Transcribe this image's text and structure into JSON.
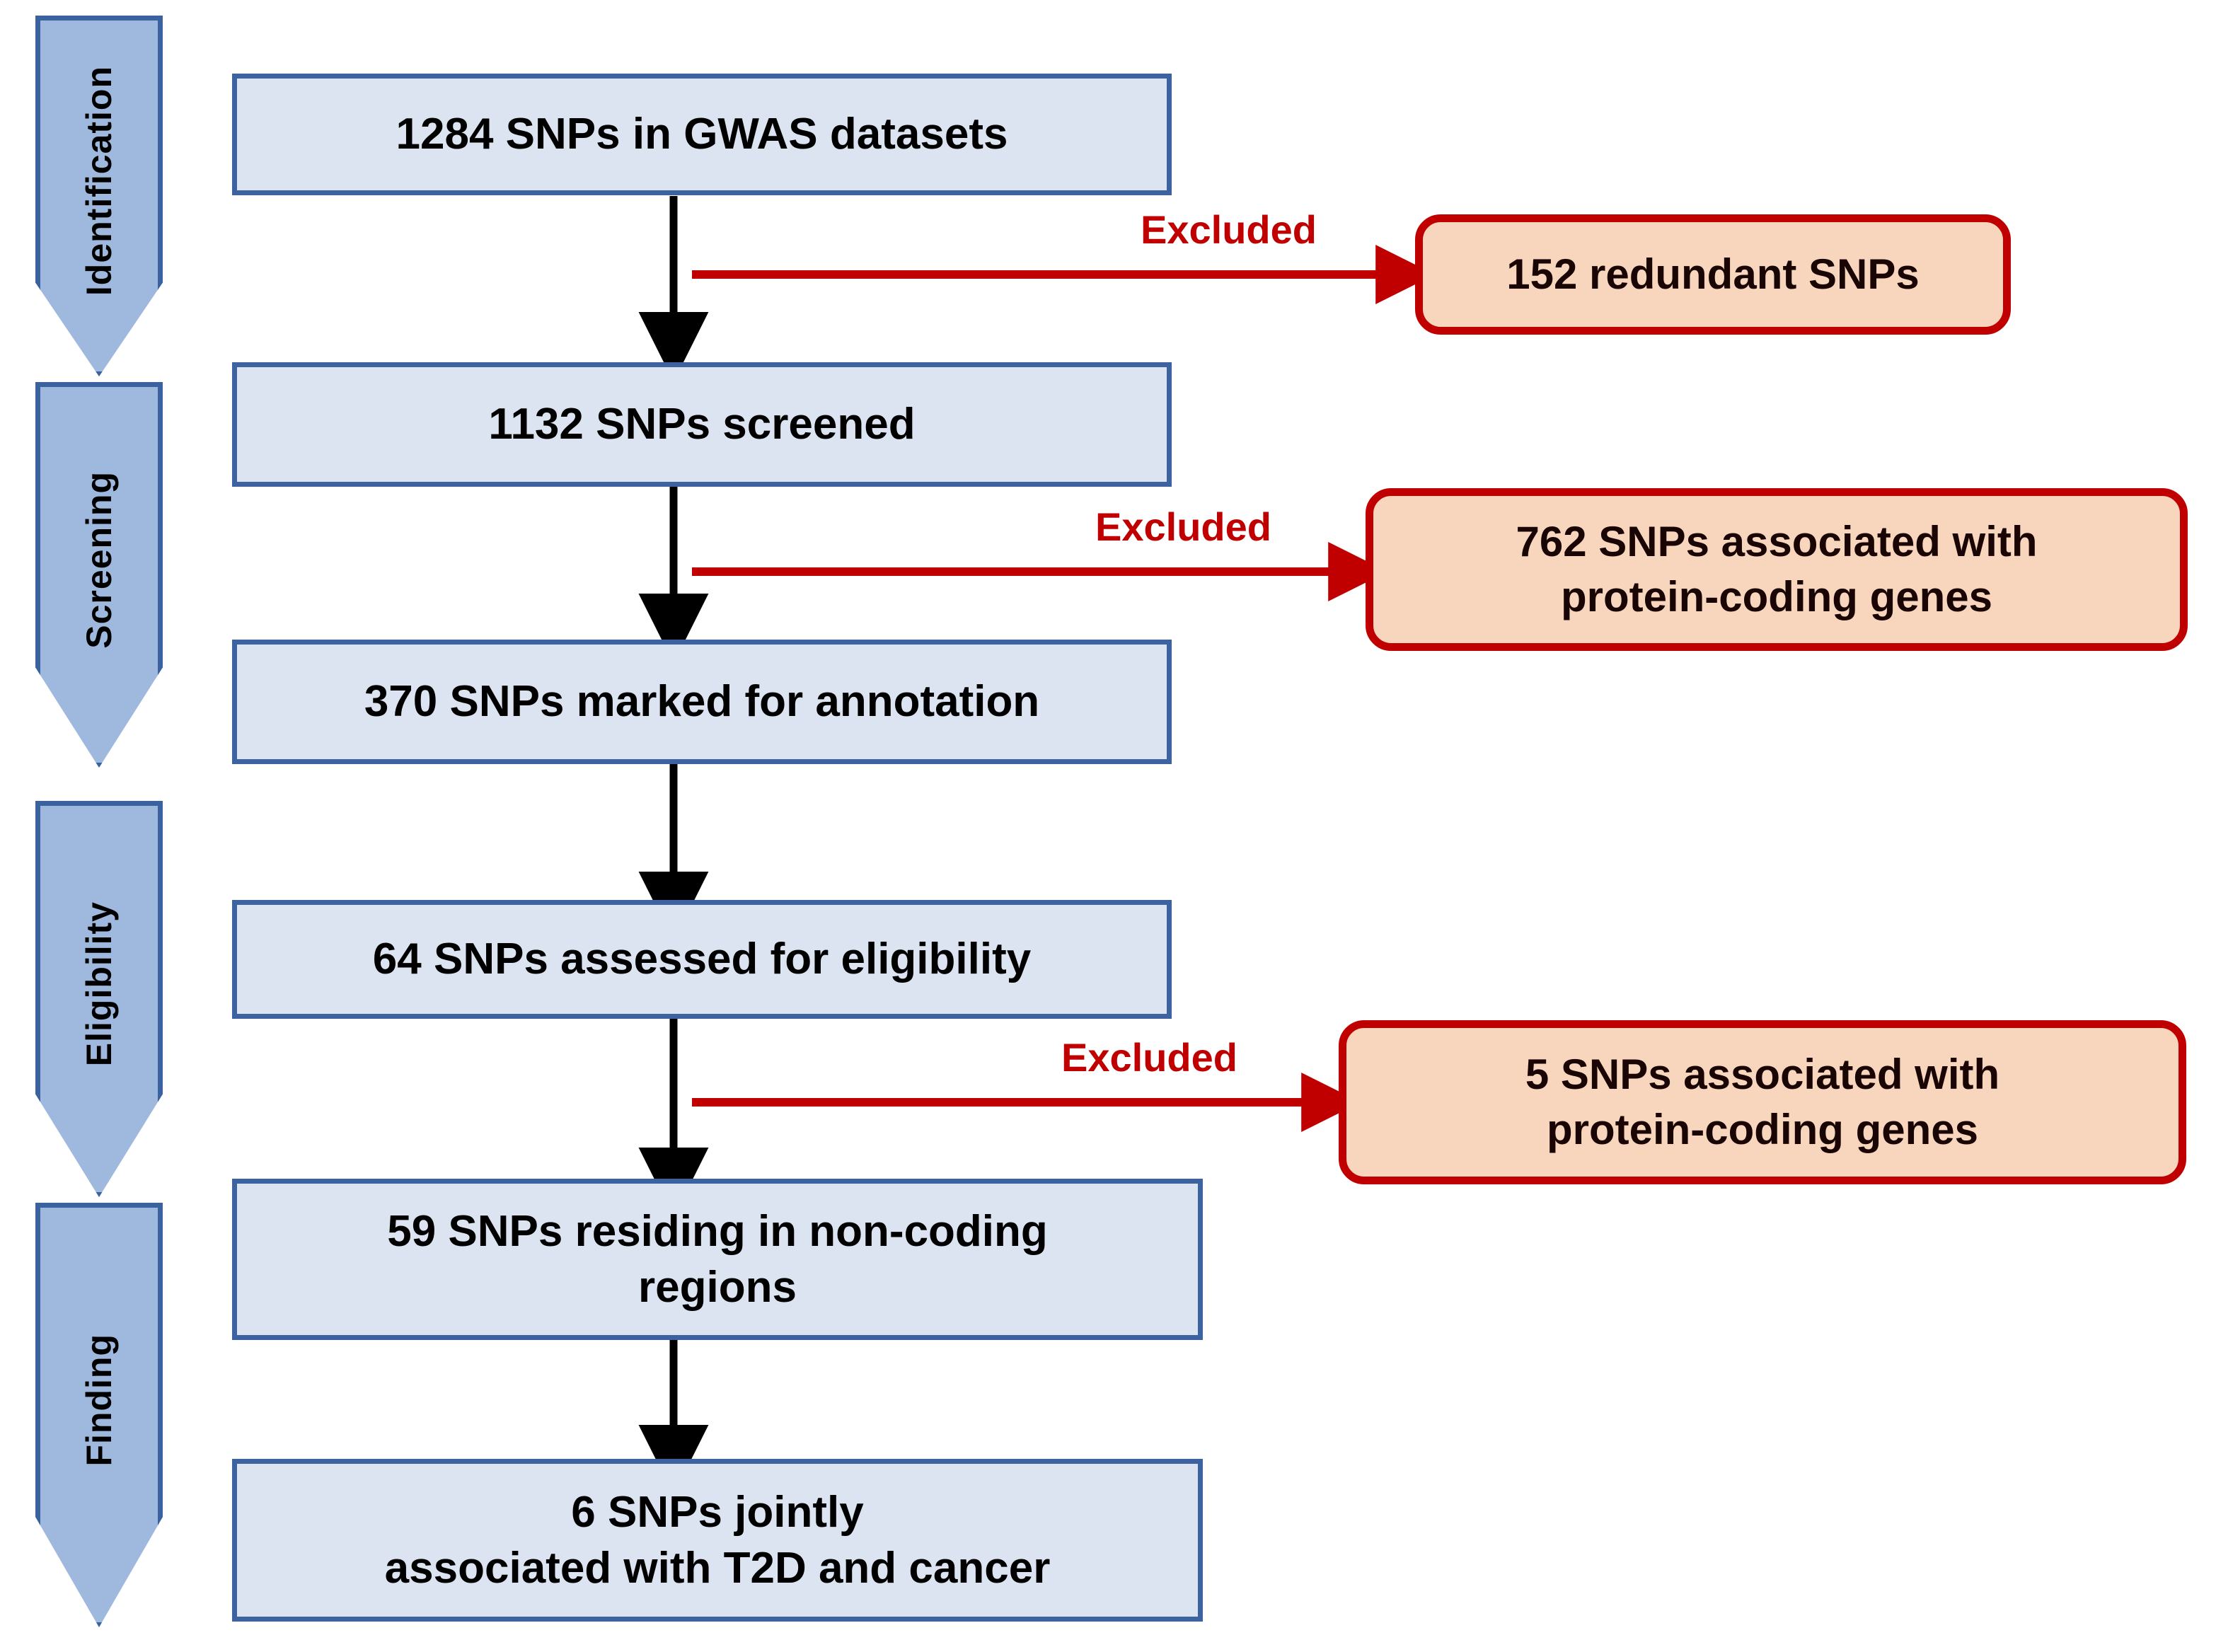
{
  "diagram": {
    "title": "PRISMA-style SNP selection flow",
    "colors": {
      "stage_fill": "#9fb8dd",
      "stage_border": "#39629e",
      "box_fill": "#dce3f1",
      "box_border": "#3c629f",
      "excluded_fill": "#f8d6bd",
      "excluded_border": "#c00000",
      "excluded_label": "#c00000",
      "arrow_black": "#000000",
      "arrow_red": "#c00000"
    }
  },
  "stages": [
    {
      "label": "Identification"
    },
    {
      "label": "Screening"
    },
    {
      "label": "Eligibility"
    },
    {
      "label": "Finding"
    }
  ],
  "flow_boxes": [
    {
      "text": "1284 SNPs in GWAS datasets"
    },
    {
      "text": "1132 SNPs screened"
    },
    {
      "text": "370 SNPs marked for annotation"
    },
    {
      "text": "64 SNPs assessed for eligibility"
    },
    {
      "text": "59 SNPs residing in non-coding regions"
    },
    {
      "text": "6 SNPs jointly\nassociated with T2D and cancer"
    }
  ],
  "excluded_labels": [
    {
      "text": "Excluded"
    },
    {
      "text": "Excluded"
    },
    {
      "text": "Excluded"
    }
  ],
  "excluded_boxes": [
    {
      "text": "152 redundant SNPs"
    },
    {
      "text": "762 SNPs associated with protein-coding genes"
    },
    {
      "text": "5 SNPs associated with protein-coding genes"
    }
  ]
}
